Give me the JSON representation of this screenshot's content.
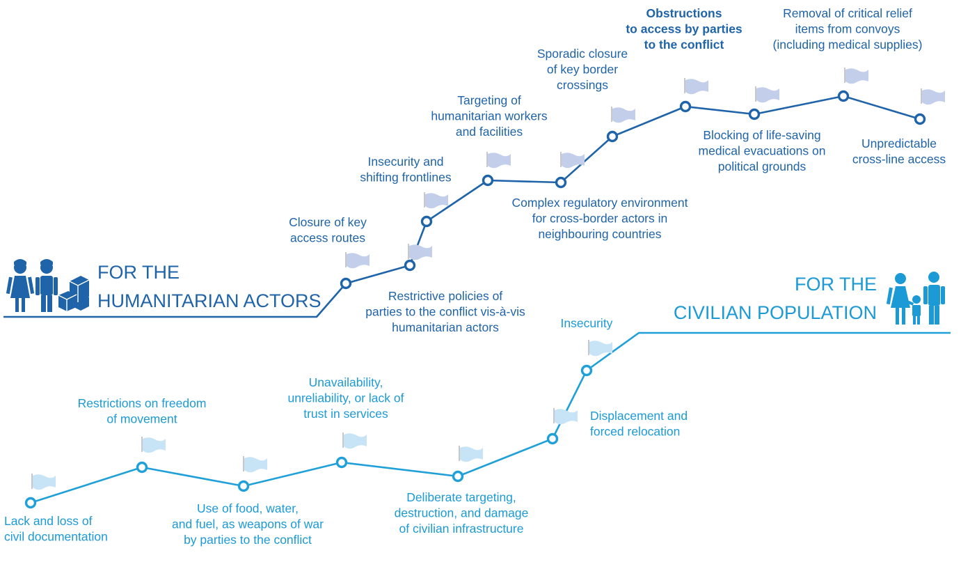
{
  "colors": {
    "humanitarian_line": "#1f63a8",
    "humanitarian_title": "#1f63a8",
    "humanitarian_text": "#1f63a8",
    "humanitarian_flag": "#c3cfea",
    "civilian_line": "#1fa0d8",
    "civilian_title": "#1c9ad6",
    "civilian_text": "#1c9ad6",
    "civilian_flag": "#c6e4f5",
    "pole": "#c8c8c8",
    "background": "#ffffff"
  },
  "humanitarian": {
    "title_line1": "FOR THE",
    "title_line2": "HUMANITARIAN ACTORS",
    "icon": "aid-workers-with-boxes-icon",
    "steps": [
      {
        "label": [
          "Restrictive policies of",
          "parties to the conflict vis-à-vis",
          "humanitarian actors"
        ],
        "bold": false
      },
      {
        "label": [
          "Closure of key",
          "access routes"
        ],
        "bold": false
      },
      {
        "label": [
          "Insecurity and",
          "shifting frontlines"
        ],
        "bold": false
      },
      {
        "label": [
          "Targeting of",
          "humanitarian workers",
          "and facilities"
        ],
        "bold": false
      },
      {
        "label": [
          "Complex regulatory environment",
          "for cross-border actors in",
          "neighbouring countries"
        ],
        "bold": false
      },
      {
        "label": [
          "Sporadic closure",
          "of key border",
          "crossings"
        ],
        "bold": false
      },
      {
        "label": [
          "Obstructions",
          "to access by parties",
          "to the conflict"
        ],
        "bold": true
      },
      {
        "label": [
          "Blocking of life-saving",
          "medical evacuations on",
          "political grounds"
        ],
        "bold": false
      },
      {
        "label": [
          "Removal of critical relief",
          "items from convoys",
          "(including medical supplies)"
        ],
        "bold": false
      },
      {
        "label": [
          "Unpredictable",
          "cross-line access"
        ],
        "bold": false
      }
    ]
  },
  "civilian": {
    "title_line1": "FOR THE",
    "title_line2": "CIVILIAN POPULATION",
    "icon": "family-icon",
    "steps": [
      {
        "label": [
          "Lack and loss of",
          "civil documentation"
        ]
      },
      {
        "label": [
          "Restrictions on freedom",
          "of movement"
        ]
      },
      {
        "label": [
          "Use of food, water,",
          "and fuel, as weapons of war",
          "by parties to the conflict"
        ]
      },
      {
        "label": [
          "Unavailability,",
          "unreliability, or lack of",
          "trust in services"
        ]
      },
      {
        "label": [
          "Deliberate targeting,",
          "destruction, and damage",
          "of civilian infrastructure"
        ]
      },
      {
        "label": [
          "Displacement and",
          "forced relocation"
        ]
      },
      {
        "label": [
          "Insecurity"
        ]
      }
    ]
  }
}
